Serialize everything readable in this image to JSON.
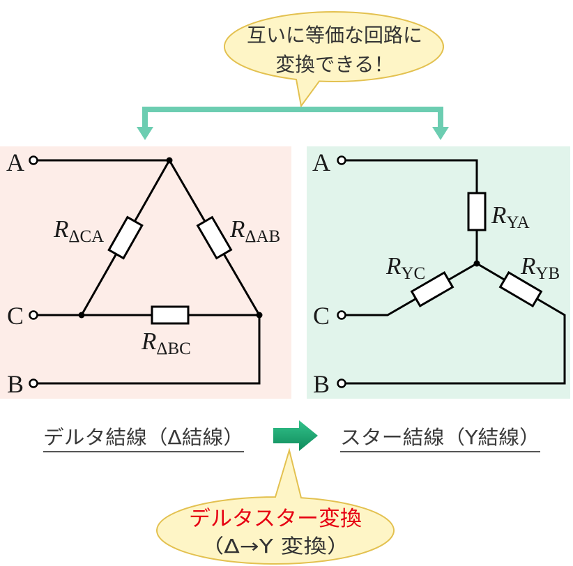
{
  "top_bubble": {
    "line1": "互いに等価な回路に",
    "line2": "変換できる！"
  },
  "delta_panel": {
    "terminals": {
      "a": "A",
      "b": "B",
      "c": "C"
    },
    "resistors": {
      "ca": {
        "symbol": "R",
        "subscript": "ΔCA"
      },
      "ab": {
        "symbol": "R",
        "subscript": "ΔAB"
      },
      "bc": {
        "symbol": "R",
        "subscript": "ΔBC"
      }
    },
    "caption": "デルタ結線（Δ結線）"
  },
  "star_panel": {
    "terminals": {
      "a": "A",
      "b": "B",
      "c": "C"
    },
    "resistors": {
      "ya": {
        "symbol": "R",
        "subscript": "YA"
      },
      "yc": {
        "symbol": "R",
        "subscript": "YC"
      },
      "yb": {
        "symbol": "R",
        "subscript": "YB"
      }
    },
    "caption": "スター結線（Y結線）"
  },
  "bottom_bubble": {
    "title": "デルタスター変換",
    "subtitle": "（Δ→Y 変換）"
  },
  "colors": {
    "delta_panel": "#fdede8",
    "star_panel": "#e1f4eb",
    "bracket": "#6ccdb1",
    "bubble_fill": "#fef5c6",
    "emphasis_text": "#e60012",
    "arrow_top": "#33c28a",
    "arrow_bottom": "#0f8b5c"
  }
}
